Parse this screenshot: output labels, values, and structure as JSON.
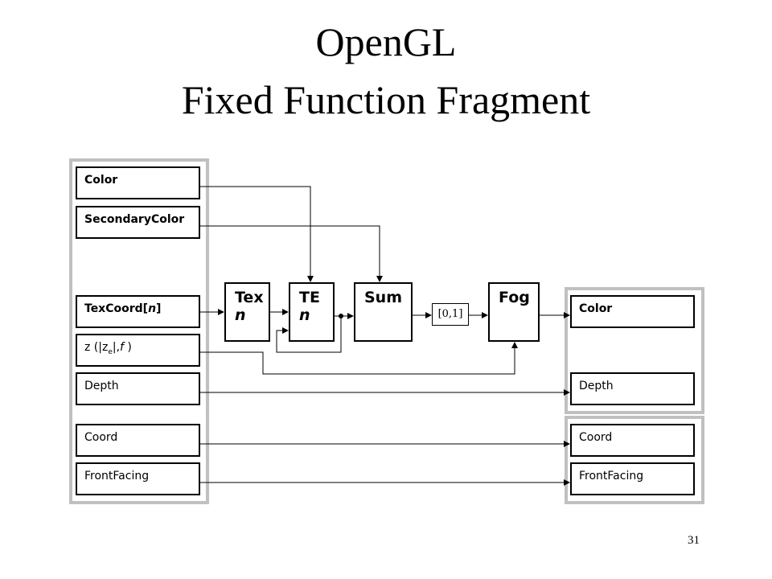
{
  "title": {
    "line1": "OpenGL",
    "line2": "Fixed Function Fragment"
  },
  "inputs": {
    "color": "Color",
    "secondary_color": "SecondaryColor",
    "texcoord_prefix": "TexCoord[",
    "texcoord_index": "n",
    "texcoord_suffix": "]",
    "z_prefix": "z (|z",
    "z_sub": "e",
    "z_mid": "|,",
    "z_f": "f",
    "z_suffix": " )",
    "depth": "Depth",
    "coord": "Coord",
    "front_facing": "FrontFacing"
  },
  "stages": {
    "tex_line1": "Tex",
    "tex_line2": "n",
    "te_line1": "TE",
    "te_line2": "n",
    "sum": "Sum",
    "clamp": "[0,1]",
    "fog": "Fog"
  },
  "outputs": {
    "color": "Color",
    "depth": "Depth",
    "coord": "Coord",
    "front_facing": "FrontFacing"
  },
  "page_number": "31",
  "colors": {
    "panel_border": "#c0c0c0",
    "line": "#000000"
  }
}
